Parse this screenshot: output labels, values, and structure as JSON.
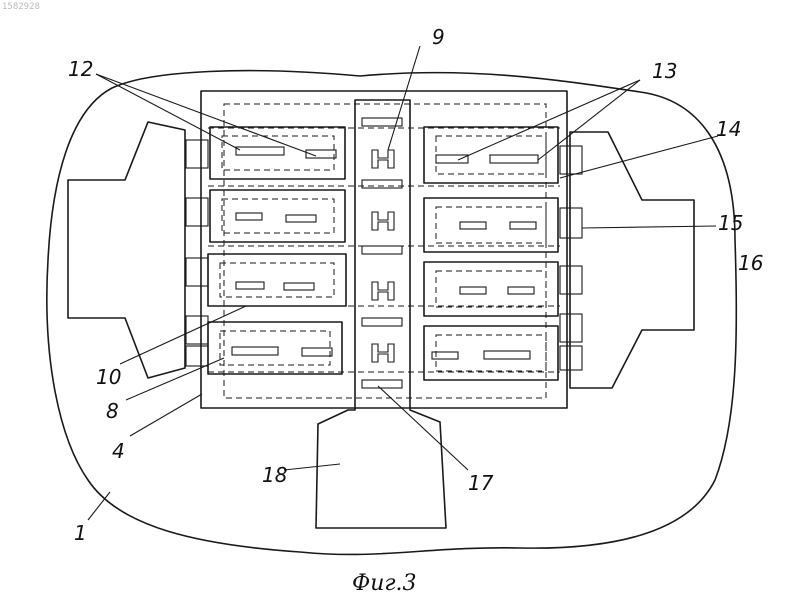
{
  "reference_id": "1582928",
  "caption": "Фиг.3",
  "labels": {
    "l1": "1",
    "l4": "4",
    "l8": "8",
    "l9": "9",
    "l10": "10",
    "l12": "12",
    "l13": "13",
    "l14": "14",
    "l15": "15",
    "l16": "16",
    "l17": "17",
    "l18": "18"
  }
}
